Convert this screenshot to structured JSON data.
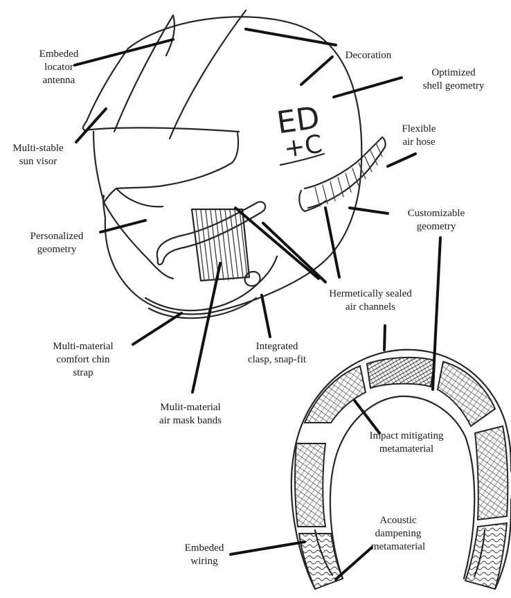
{
  "decoration": {
    "line1": "ED",
    "line2": "+C"
  },
  "labels": {
    "embedded_antenna": [
      "Embeded",
      "locator",
      "antenna"
    ],
    "decoration": [
      "Decoration"
    ],
    "optimized_shell": [
      "Optimized",
      "shell geometry"
    ],
    "sun_visor": [
      "Multi-stable",
      "sun visor"
    ],
    "flexible_hose": [
      "Flexible",
      "air hose"
    ],
    "customizable_geometry": [
      "Customizable",
      "geometry"
    ],
    "personalized_geometry": [
      "Personalized",
      "geometry"
    ],
    "air_channels": [
      "Hermetically sealed",
      "air channels"
    ],
    "chin_strap": [
      "Multi-material",
      "comfort chin",
      "strap"
    ],
    "clasp": [
      "Integrated",
      "clasp, snap-fit"
    ],
    "mask_bands": [
      "Mulit-material",
      "air mask bands"
    ],
    "impact_metamaterial": [
      "Impact mitigating",
      "metamaterial"
    ],
    "acoustic_metamaterial": [
      "Acoustic",
      "dampening",
      "metamaterial"
    ],
    "wiring": [
      "Embeded",
      "wiring"
    ]
  }
}
